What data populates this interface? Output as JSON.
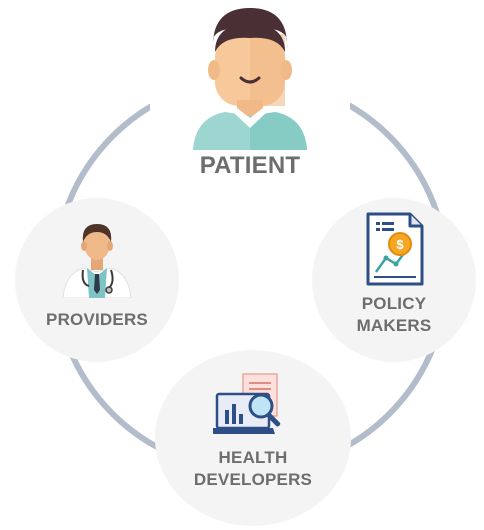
{
  "nodes": {
    "patient": {
      "label": "PATIENT"
    },
    "providers": {
      "label": "PROVIDERS"
    },
    "policy": {
      "line1": "POLICY",
      "line2": "MAKERS"
    },
    "health": {
      "line1": "HEALTH",
      "line2": "DEVELOPERS"
    }
  },
  "colors": {
    "ring": "#b3bccb",
    "node_fill": "#f4f4f4",
    "label_text": "#6d6d6d",
    "skin": "#f7c99a",
    "hair": "#4a2f35",
    "shirt": "#9dd6d0",
    "navy": "#2e4f86"
  }
}
